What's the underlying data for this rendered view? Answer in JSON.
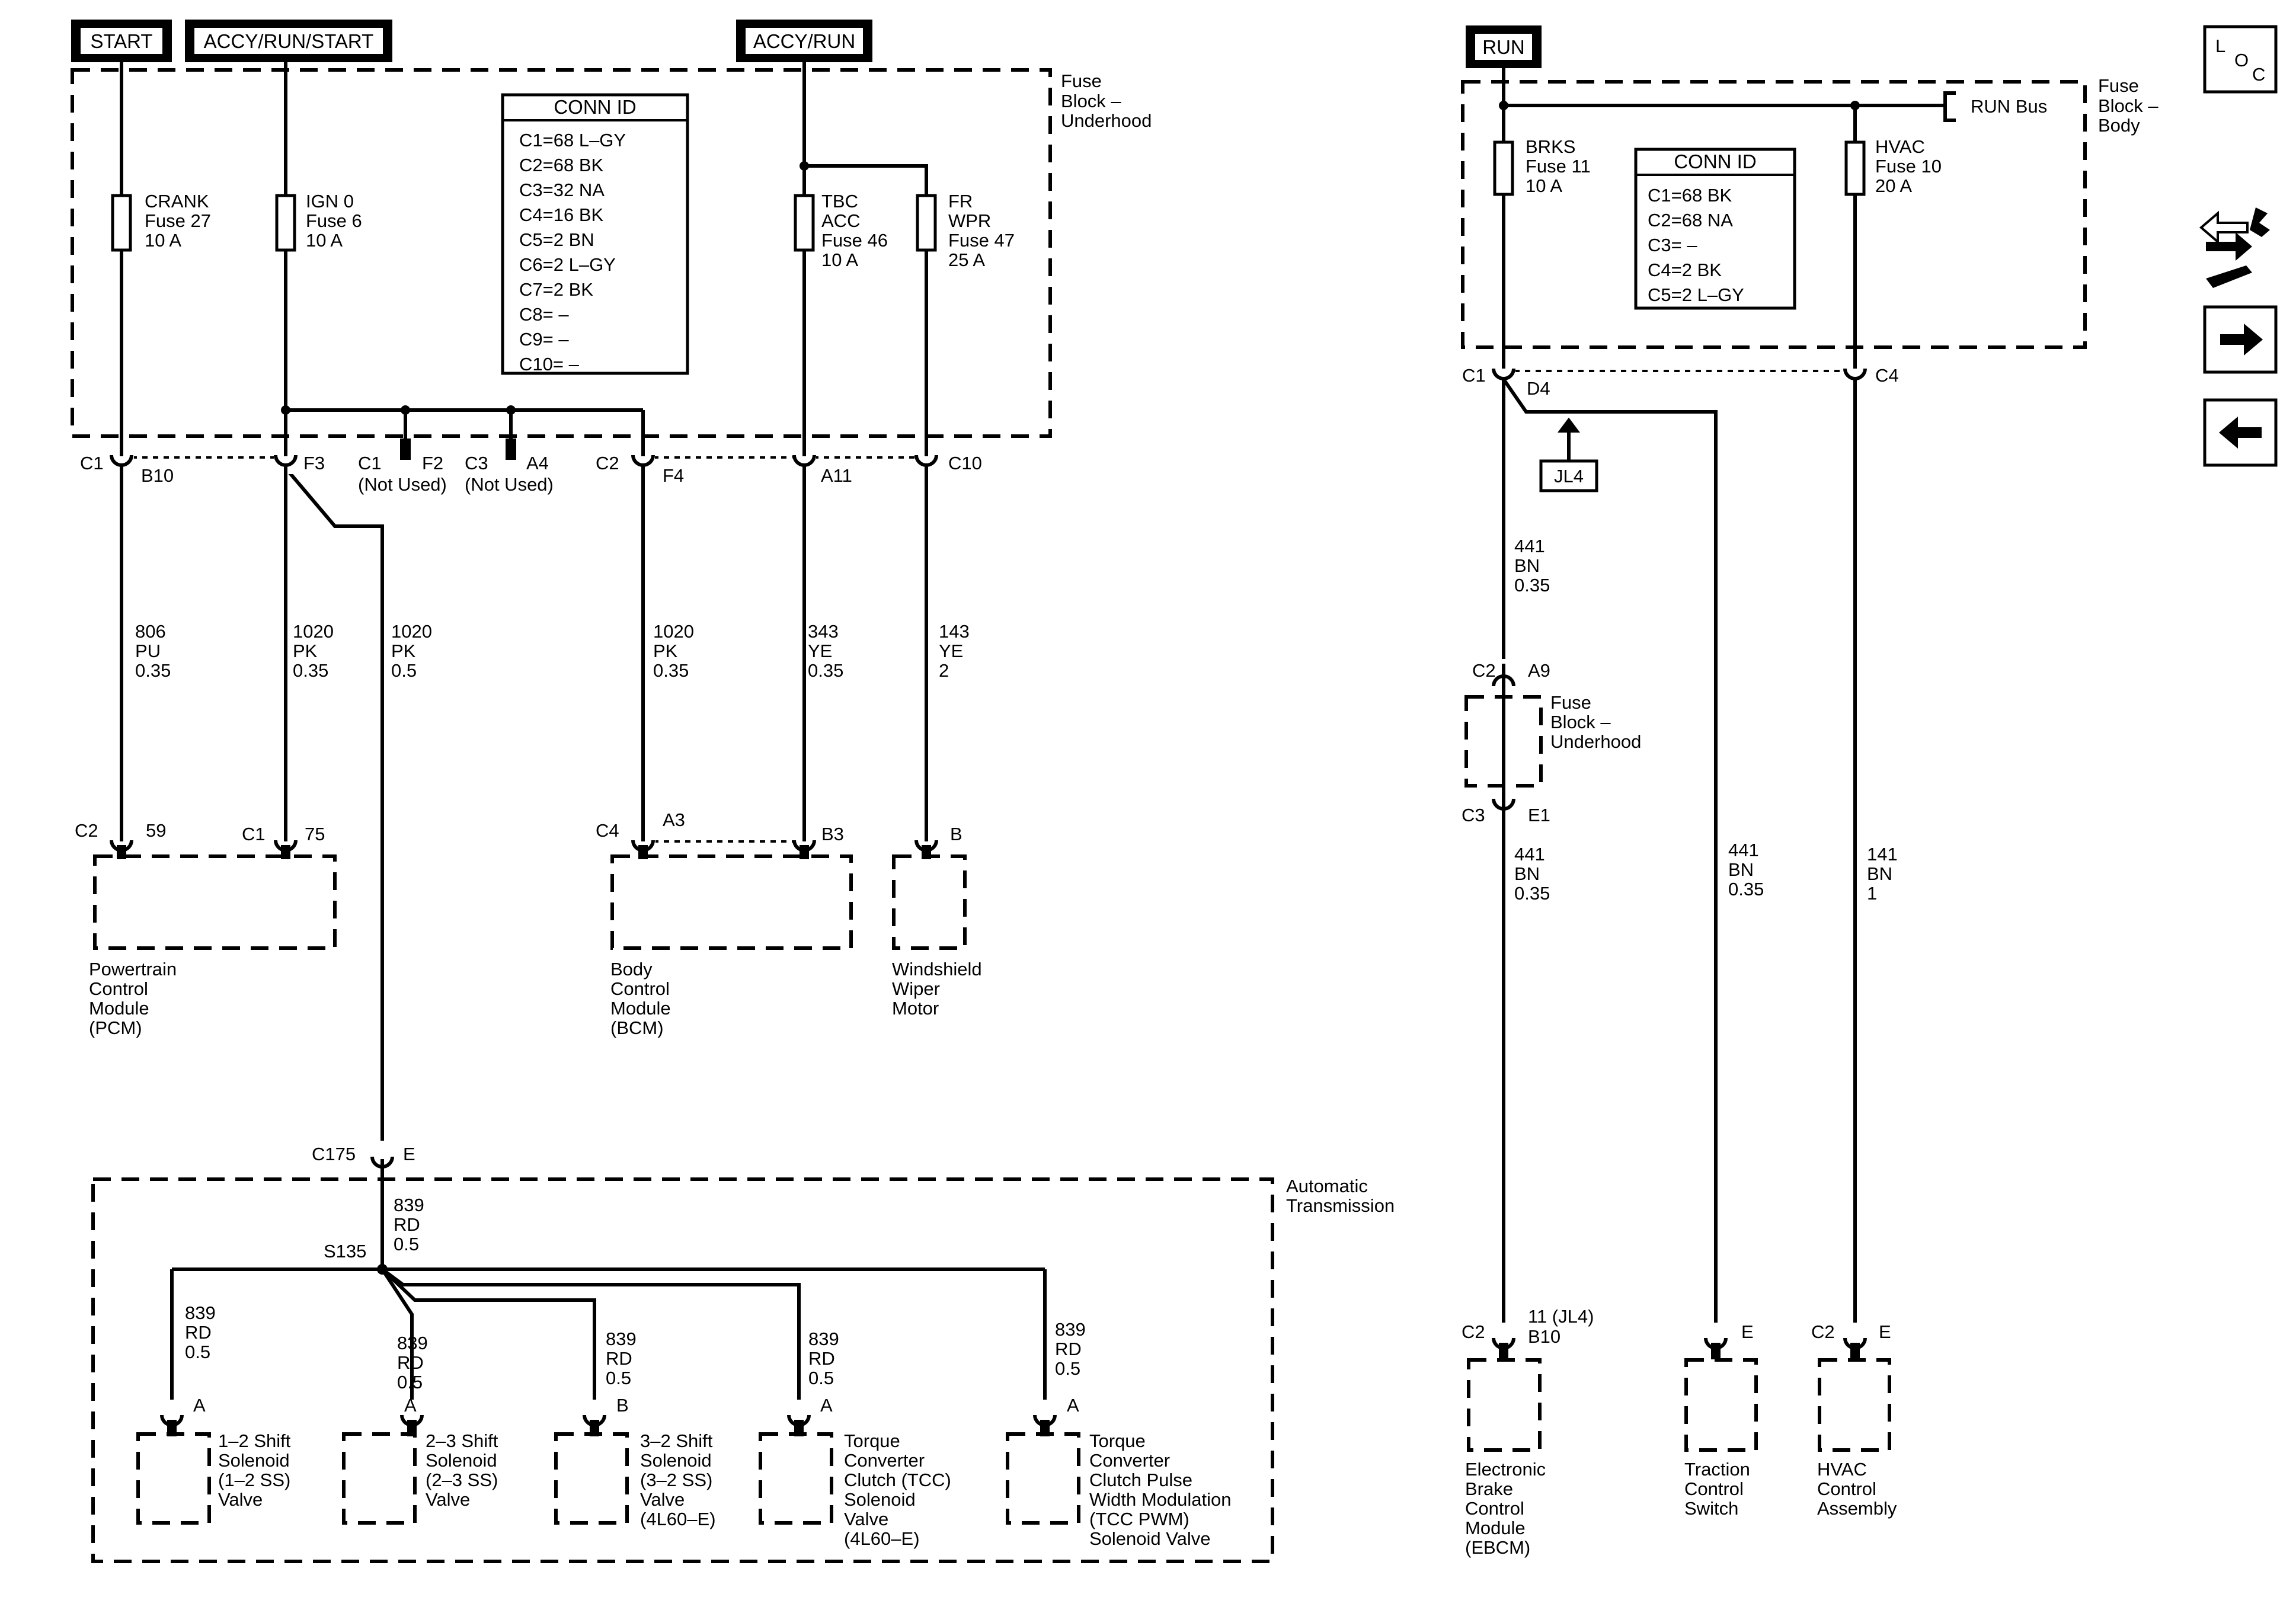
{
  "power_sources": [
    "START",
    "ACCY/RUN/START",
    "ACCY/RUN",
    "RUN"
  ],
  "left_fuse_block": {
    "title": [
      "Fuse",
      "Block –",
      "Underhood"
    ],
    "conn_id_title": "CONN ID",
    "conn_ids": [
      "C1=68 L–GY",
      "C2=68 BK",
      "C3=32 NA",
      "C4=16 BK",
      "C5=2 BN",
      "C6=2 L–GY",
      "C7=2 BK",
      "C8= –",
      "C9= –",
      "C10= –"
    ],
    "fuses": [
      [
        "CRANK",
        "Fuse 27",
        "10 A"
      ],
      [
        "IGN 0",
        "Fuse 6",
        "10 A"
      ],
      [
        "TBC",
        "ACC",
        "Fuse 46",
        "10 A"
      ],
      [
        "FR",
        "WPR",
        "Fuse 47",
        "25 A"
      ]
    ]
  },
  "left_connectors": {
    "c1": "C1",
    "b10": "B10",
    "f3": "F3",
    "c1_nu": "C1",
    "f2": "F2",
    "not_used_1": "(Not Used)",
    "c3_nu": "C3",
    "a4": "A4",
    "not_used_2": "(Not Used)",
    "c2": "C2",
    "f4": "F4",
    "a11": "A11",
    "c10": "C10"
  },
  "left_wires": [
    [
      "806",
      "PU",
      "0.35"
    ],
    [
      "1020",
      "PK",
      "0.35"
    ],
    [
      "1020",
      "PK",
      "0.5"
    ],
    [
      "1020",
      "PK",
      "0.35"
    ],
    [
      "343",
      "YE",
      "0.35"
    ],
    [
      "143",
      "YE",
      "2"
    ]
  ],
  "left_modules": {
    "pcm_conn": "C2",
    "pcm_pin": "59",
    "pcm2_conn": "C1",
    "pcm2_pin": "75",
    "pcm_label": [
      "Powertrain",
      "Control",
      "Module",
      "(PCM)"
    ],
    "bcm_conn": "C4",
    "bcm_pin1": "A3",
    "bcm_pin2": "B3",
    "bcm_label": [
      "Body",
      "Control",
      "Module",
      "(BCM)"
    ],
    "wiper_pin": "B",
    "wiper_label": [
      "Windshield",
      "Wiper",
      "Motor"
    ]
  },
  "transmission": {
    "c175": "C175",
    "c175_pin": "E",
    "title": [
      "Automatic",
      "Transmission"
    ],
    "splice": "S135",
    "main_wire": [
      "839",
      "RD",
      "0.5"
    ],
    "branch_wire": [
      "839",
      "RD",
      "0.5"
    ],
    "solenoids": [
      {
        "pin": "A",
        "label": [
          "1–2 Shift",
          "Solenoid",
          "(1–2 SS)",
          "Valve"
        ]
      },
      {
        "pin": "A",
        "label": [
          "2–3 Shift",
          "Solenoid",
          "(2–3 SS)",
          "Valve"
        ]
      },
      {
        "pin": "B",
        "label": [
          "3–2 Shift",
          "Solenoid",
          "(3–2 SS)",
          "Valve",
          "(4L60–E)"
        ]
      },
      {
        "pin": "A",
        "label": [
          "Torque",
          "Converter",
          "Clutch (TCC)",
          "Solenoid",
          "Valve",
          "(4L60–E)"
        ]
      },
      {
        "pin": "A",
        "label": [
          "Torque",
          "Converter",
          "Clutch Pulse",
          "Width Modulation",
          "(TCC PWM)",
          "Solenoid Valve"
        ]
      }
    ]
  },
  "right_fuse_block": {
    "title": [
      "Fuse",
      "Block –",
      "Body"
    ],
    "run_bus": "RUN Bus",
    "conn_id_title": "CONN ID",
    "conn_ids": [
      "C1=68 BK",
      "C2=68 NA",
      "C3= –",
      "C4=2 BK",
      "C5=2 L–GY"
    ],
    "fuses": [
      [
        "BRKS",
        "Fuse 11",
        "10 A"
      ],
      [
        "HVAC",
        "Fuse 10",
        "20 A"
      ]
    ]
  },
  "right_connectors": {
    "c1": "C1",
    "d4": "D4",
    "c4": "C4",
    "jl4": "JL4",
    "c2": "C2",
    "a9": "A9",
    "c3": "C3",
    "e1": "E1",
    "fb_label": [
      "Fuse",
      "Block –",
      "Underhood"
    ]
  },
  "right_wires": [
    [
      "441",
      "BN",
      "0.35"
    ],
    [
      "441",
      "BN",
      "0.35"
    ],
    [
      "441",
      "BN",
      "0.35"
    ],
    [
      "141",
      "BN",
      "1"
    ]
  ],
  "right_modules": {
    "ebcm_conn": "C2",
    "ebcm_pin": "B10",
    "ebcm_note": "11 (JL4)",
    "ebcm_label": [
      "Electronic",
      "Brake",
      "Control",
      "Module",
      "(EBCM)"
    ],
    "traction_pin": "E",
    "traction_label": [
      "Traction",
      "Control",
      "Switch"
    ],
    "hvac_conn": "C2",
    "hvac_pin": "E",
    "hvac_label": [
      "HVAC",
      "Control",
      "Assembly"
    ]
  },
  "nav": {
    "loc_letters": [
      "L",
      "O",
      "C"
    ]
  }
}
